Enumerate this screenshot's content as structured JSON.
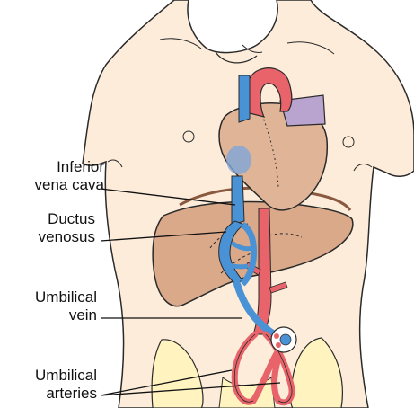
{
  "labels": {
    "ivc_line1": "Inferior",
    "ivc_line2": "vena cava",
    "dv_line1": "Ductus",
    "dv_line2": "venosus",
    "uv_line1": "Umbilical",
    "uv_line2": "vein",
    "ua_line1": "Umbilical",
    "ua_line2": "arteries"
  },
  "colors": {
    "skin": "#fcecd9",
    "outline": "#2a2a2a",
    "liver": "#d9a98a",
    "heart": "#dfb497",
    "artery": "#e8646a",
    "vein": "#4a92d6",
    "pulmonary": "#b9a3cf",
    "pelvis": "#fff3c0"
  }
}
